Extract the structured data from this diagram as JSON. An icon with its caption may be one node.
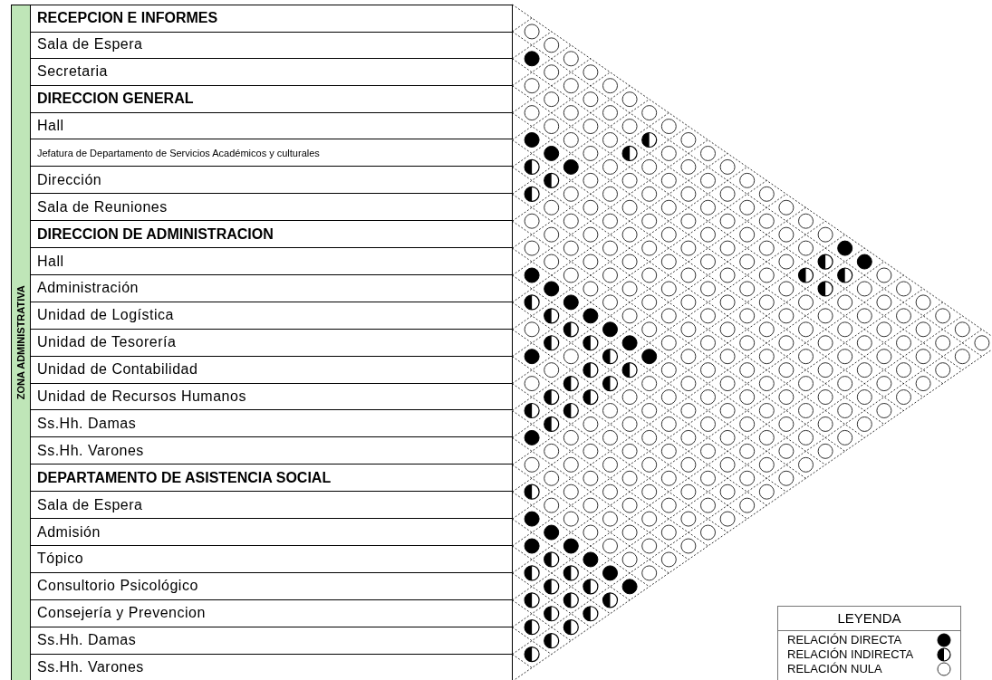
{
  "diagram": {
    "nodes": [
      {
        "text": [
          "ZONA ADMINISTRATIVA"
        ]
      },
      {
        "text": [
          "RECEPCION E INFORMES"
        ]
      },
      {
        "text": [
          "Sala de Espera"
        ]
      },
      {
        "text": [
          "Secretaria"
        ]
      },
      {
        "text": [
          "DIRECCION GENERAL"
        ]
      },
      {
        "text": [
          "Hall"
        ]
      },
      {
        "text": [
          "Jefatura de Departamento de Servicios Académicos y culturales"
        ]
      },
      {
        "text": [
          "Dirección"
        ]
      },
      {
        "text": [
          "Sala de Reuniones"
        ]
      },
      {
        "text": [
          "DIRECCION DE ADMINISTRACION"
        ]
      },
      {
        "text": [
          "Hall"
        ]
      },
      {
        "text": [
          "Administración"
        ]
      },
      {
        "text": [
          "Unidad de Logística"
        ]
      },
      {
        "text": [
          "Unidad de Tesorería"
        ]
      },
      {
        "text": [
          "Unidad de Contabilidad"
        ]
      },
      {
        "text": [
          "Unidad de Recursos Humanos"
        ]
      },
      {
        "text": [
          "Ss.Hh. Damas"
        ]
      },
      {
        "text": [
          "Ss.Hh. Varones"
        ]
      },
      {
        "text": [
          "DEPARTAMENTO DE ASISTENCIA SOCIAL"
        ]
      },
      {
        "text": [
          "Sala de Espera"
        ]
      },
      {
        "text": [
          "Admisión"
        ]
      },
      {
        "text": [
          "Tópico"
        ]
      },
      {
        "text": [
          "Consultorio Psicológico"
        ]
      },
      {
        "text": [
          "Consejería y Prevencion"
        ]
      },
      {
        "text": [
          "Ss.Hh. Damas"
        ]
      },
      {
        "text": [
          "Ss.Hh. Varones"
        ]
      }
    ],
    "labels": [
      "LEYENDA"
    ],
    "legend": [
      {
        "text": "RELACIÓN DIRECTA"
      },
      {
        "text": "RELACIÓN INDIRECTA"
      },
      {
        "text": "RELACIÓN NULA"
      }
    ]
  }
}
